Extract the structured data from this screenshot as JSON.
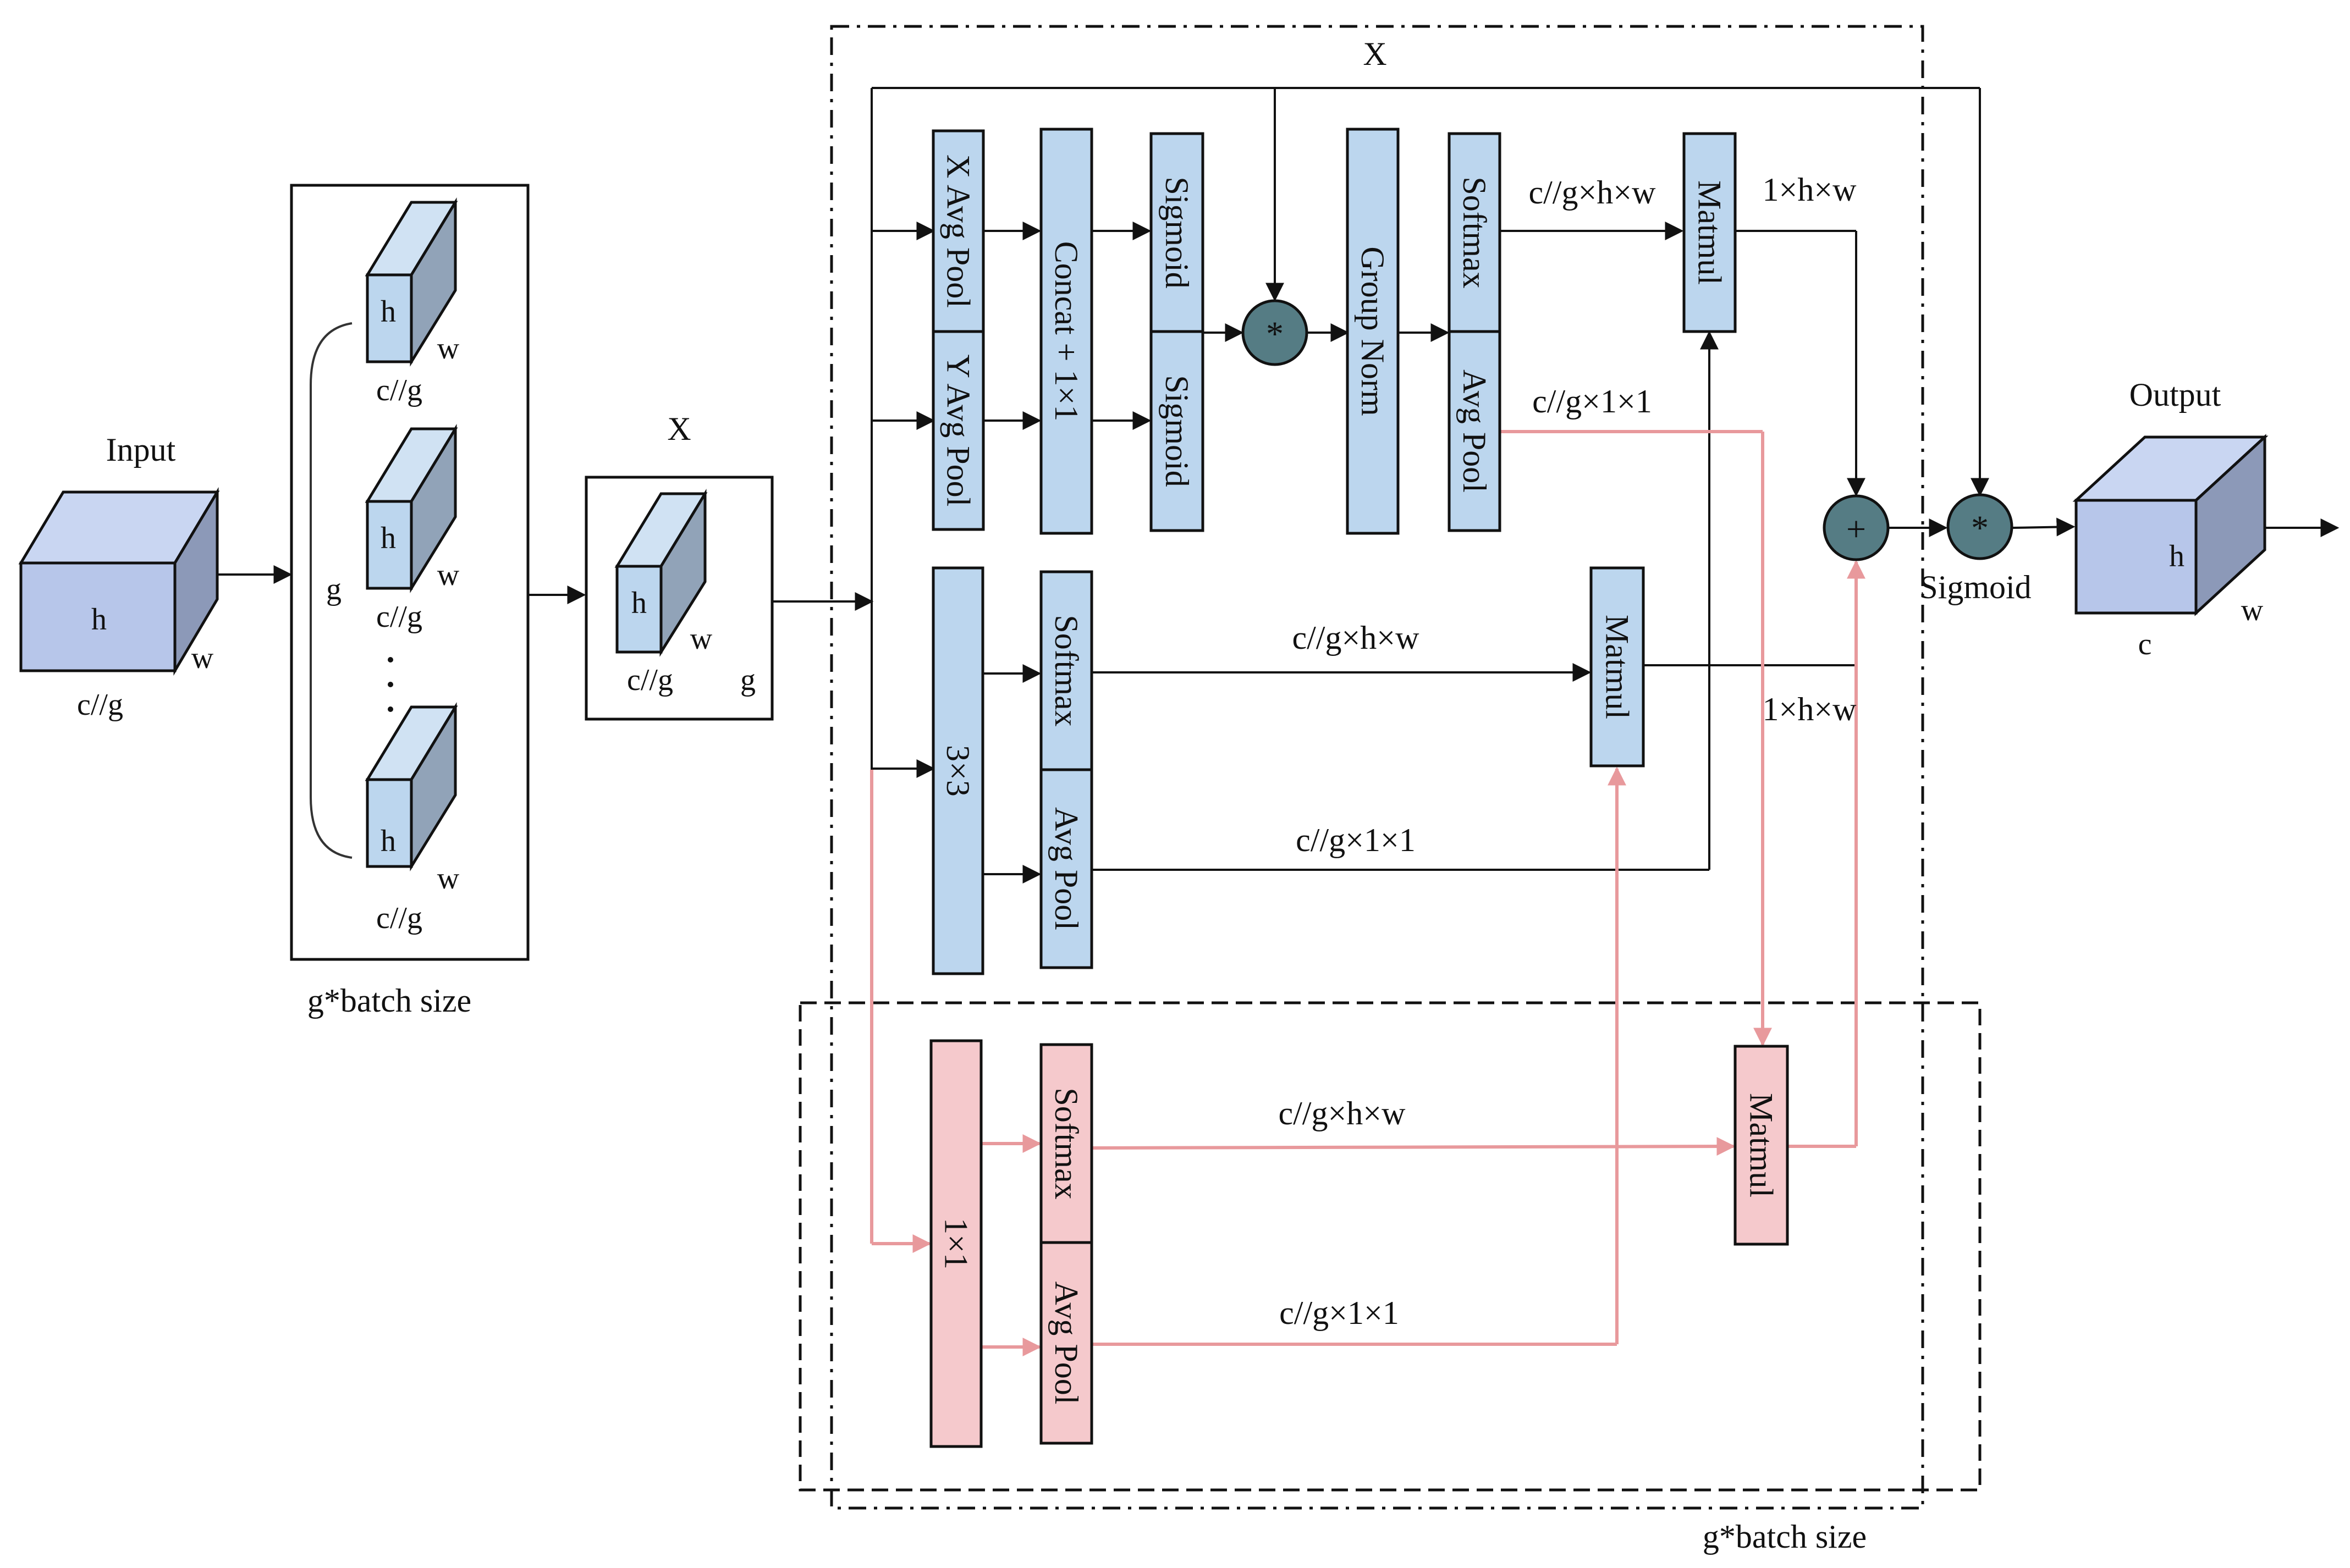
{
  "colors": {
    "blue_block": "#bcd6ee",
    "pink_block": "#f5c9cc",
    "cube_front": "#b7c6ea",
    "cube_top": "#c9d6f2",
    "cube_side": "#8c99b8",
    "small_cube_front": "#bcd6ee",
    "small_cube_side": "#91a3b8",
    "operator_fill": "#557c84",
    "pink_line": "#e8999c",
    "black_line": "#111111"
  },
  "input": {
    "title": "Input",
    "h": "h",
    "w": "w",
    "c": "c//g"
  },
  "group_split": {
    "g": "g",
    "dots": "·\n·\n·",
    "cubes": [
      {
        "h": "h",
        "w": "w",
        "c": "c//g"
      },
      {
        "h": "h",
        "w": "w",
        "c": "c//g"
      },
      {
        "h": "h",
        "w": "w",
        "c": "c//g"
      }
    ],
    "caption": "g*batch size"
  },
  "x_block": {
    "title": "X",
    "h": "h",
    "w": "w",
    "c": "c//g",
    "g": "g"
  },
  "main_region": {
    "top_label": "X"
  },
  "blocks": {
    "x_avg_pool": "X Avg Pool",
    "y_avg_pool": "Y Avg Pool",
    "concat": "Concat + 1×1",
    "sigmoid_1": "Sigmoid",
    "sigmoid_2": "Sigmoid",
    "group_norm": "Group Norm",
    "softmax_1": "Softmax",
    "avg_pool_1": "Avg Pool",
    "matmul_1": "Matmul",
    "conv3x3": "3×3",
    "softmax_2": "Softmax",
    "avg_pool_2": "Avg Pool",
    "matmul_2": "Matmul",
    "conv1x1": "1×1",
    "softmax_3": "Softmax",
    "avg_pool_3": "Avg Pool",
    "matmul_3": "Matmul"
  },
  "operators": {
    "multiply_1": "*",
    "add": "+",
    "multiply_2": "*"
  },
  "edge_labels": {
    "softmax1_to_matmul": "c//g×h×w",
    "matmul1_out": "1×h×w",
    "avgpool1_out": "c//g×1×1",
    "softmax2_to_matmul": "c//g×h×w",
    "matmul2_out": "1×h×w",
    "avgpool2_out": "c//g×1×1",
    "softmax3_to_matmul": "c//g×h×w",
    "avgpool3_out": "c//g×1×1"
  },
  "sigmoid_label": "Sigmoid",
  "output": {
    "title": "Output",
    "h": "h",
    "w": "w",
    "c": "c"
  },
  "bottom_caption": "g*batch size"
}
